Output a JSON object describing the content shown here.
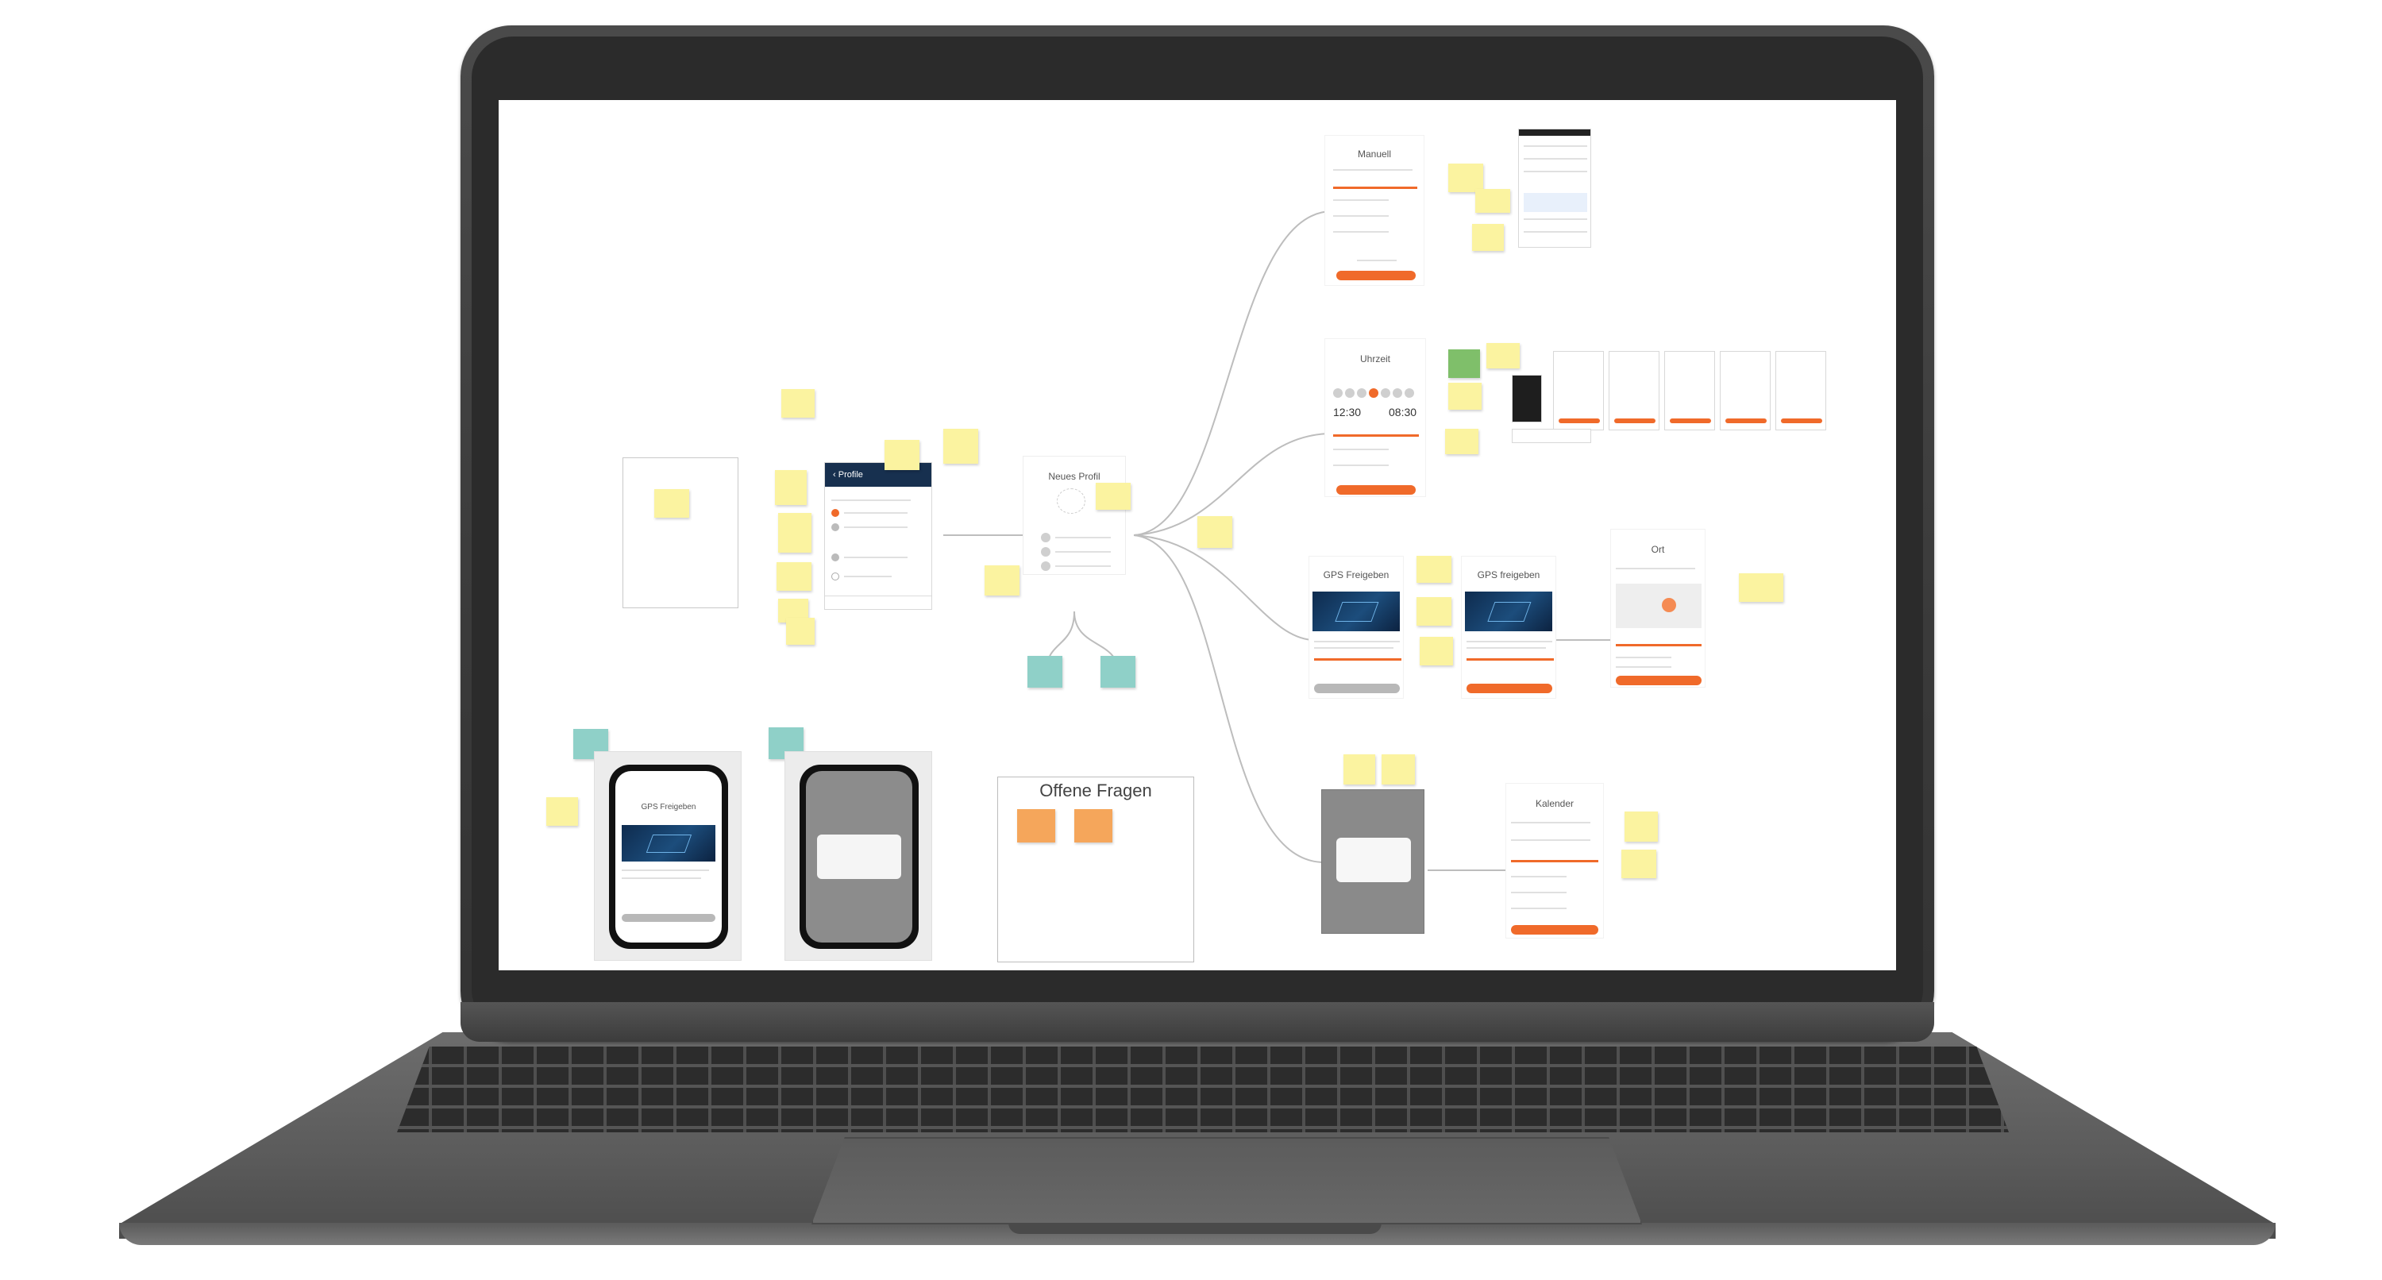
{
  "screens": {
    "manuell": {
      "title": "Manuell"
    },
    "uhrzeit": {
      "title": "Uhrzeit",
      "time_from": "12:30",
      "time_to": "08:30"
    },
    "neues_profil": {
      "title": "Neues Profil"
    },
    "profile": {
      "title": "Profile"
    },
    "gps_1": {
      "title": "GPS Freigeben"
    },
    "gps_2": {
      "title": "GPS freigeben"
    },
    "gps_phone": {
      "title": "GPS Freigeben"
    },
    "ort": {
      "title": "Ort"
    },
    "kalender": {
      "title": "Kalender"
    }
  },
  "offene_fragen": {
    "title": "Offene Fragen"
  },
  "colors": {
    "accent": "#f06a2a",
    "sticky_yellow": "#fbf3a0",
    "sticky_teal": "#8fd0c8",
    "sticky_orange": "#f5a65b",
    "laptop": "#3a3a3a"
  }
}
